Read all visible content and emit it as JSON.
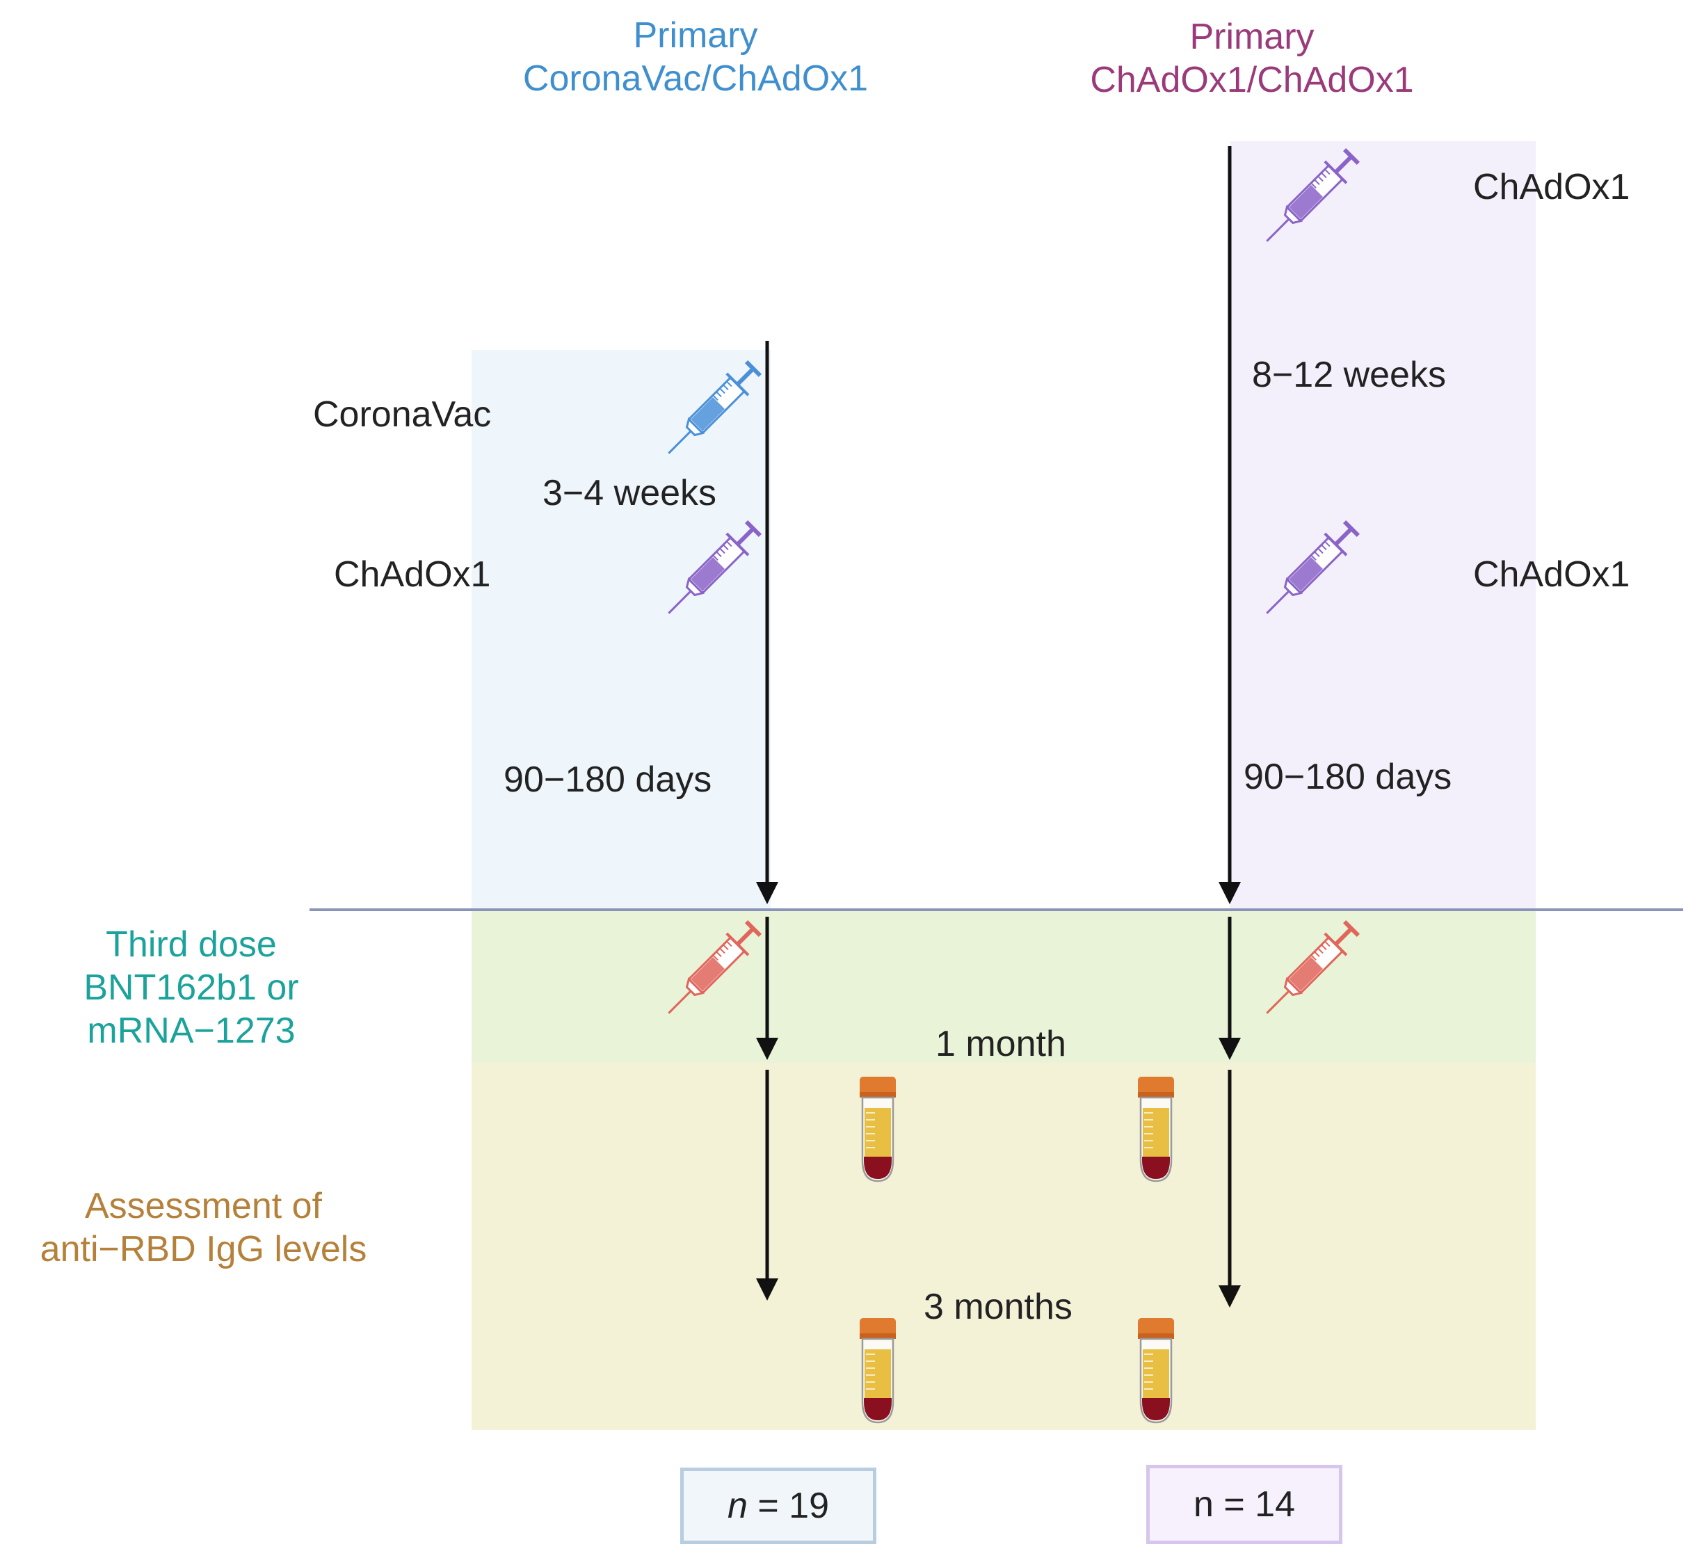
{
  "groups": {
    "left": {
      "title_line1": "Primary",
      "title_line2": "CoronaVac/ChAdOx1",
      "title_color": "#3f8fcf",
      "band_color": "#eef5fb",
      "dose1_label": "CoronaVac",
      "interval1_label": "3−4 weeks",
      "dose2_label": "ChAdOx1",
      "interval2_label": "90−180 days",
      "n_var": "n",
      "n_rest": " = 19",
      "n_box_border": "#b8cde0"
    },
    "right": {
      "title_line1": "Primary",
      "title_line2": "ChAdOx1/ChAdOx1",
      "title_color": "#9b3a7a",
      "band_color": "#f4f0fb",
      "dose1_label": "ChAdOx1",
      "interval1_label": "8−12 weeks",
      "dose2_label": "ChAdOx1",
      "interval2_label": "90−180 days",
      "n_label": "n = 14",
      "n_box_border": "#d6c6ee"
    }
  },
  "third_dose": {
    "line1": "Third dose",
    "line2": "BNT162b1 or",
    "line3": "mRNA−1273",
    "color": "#1aa39a",
    "band_color": "#e8f3d8"
  },
  "assessment": {
    "line1": "Assessment of",
    "line2": "anti−RBD IgG levels",
    "color": "#b5813a",
    "band_color": "#f3f2d6"
  },
  "timepoints": {
    "one_month": "1 month",
    "three_months": "3 months"
  },
  "icons": {
    "syringe_coronavac": {
      "name": "syringe-icon",
      "color": "#4a90d9"
    },
    "syringe_chadox1": {
      "name": "syringe-icon",
      "color": "#8a63c8"
    },
    "syringe_mrna": {
      "name": "syringe-icon",
      "color": "#e0655a"
    },
    "blood_tube": {
      "name": "blood-sample-tube-icon",
      "cap_color": "#e07a2e",
      "serum_color": "#e5b830",
      "blood_color": "#8a1020"
    }
  },
  "divider_color": "#8a93b8"
}
